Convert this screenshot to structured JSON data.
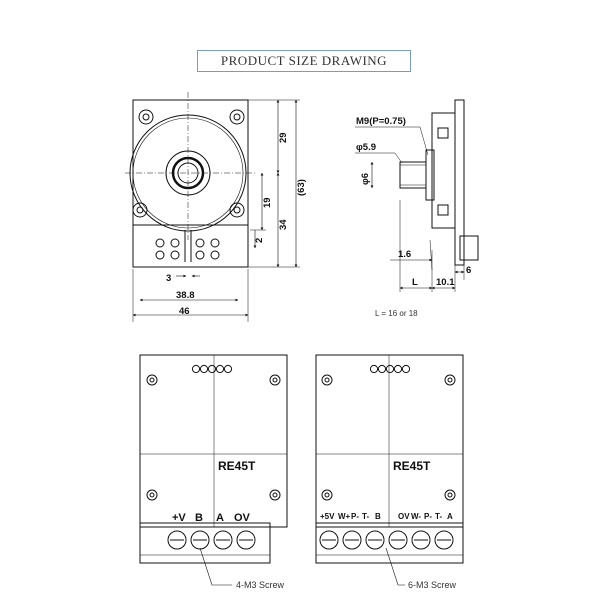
{
  "title": "PRODUCT SIZE DRAWING",
  "front_view": {
    "dim_width_outer": "46",
    "dim_width_inner": "38.8",
    "dim_pin_pitch": "3",
    "dim_height_top": "29",
    "dim_height_total": "34",
    "dim_height_ref": "(63)",
    "dim_shaft_height": "19",
    "dim_pin_small": "2"
  },
  "side_view": {
    "thread_label": "M9(P=0.75)",
    "shaft_dia": "φ5.9",
    "shaft_inner_dia": "φ6",
    "dim_offset": "1.6",
    "dim_L": "L",
    "dim_body": "10.1",
    "dim_tab": "6",
    "note": "L = 16 or 18"
  },
  "boards": [
    {
      "model": "RE45T",
      "terminals": [
        "+V",
        "B",
        "A",
        "OV"
      ],
      "callout": "4-M3 Screw"
    },
    {
      "model": "RE45T",
      "terminals": [
        "+5V",
        "W+",
        "P-",
        "T-",
        "B",
        "OV",
        "W-",
        "P-",
        "T-",
        "A"
      ],
      "callout": "6-M3 Screw"
    }
  ]
}
